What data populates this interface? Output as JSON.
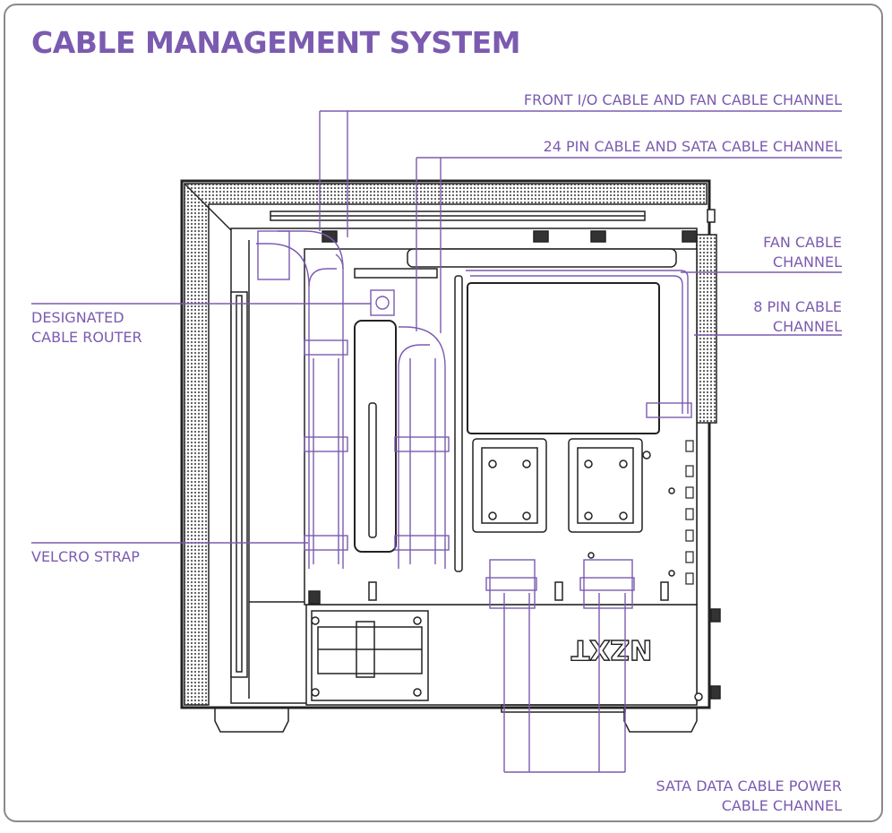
{
  "title": "CABLE MANAGEMENT SYSTEM",
  "labels": {
    "front_io": [
      "FRONT I/O CABLE AND FAN CABLE CHANNEL"
    ],
    "pin24": [
      "24 PIN CABLE AND SATA CABLE CHANNEL"
    ],
    "fan": [
      "FAN CABLE",
      "CHANNEL"
    ],
    "pin8": [
      "8 PIN CABLE",
      "CHANNEL"
    ],
    "router": [
      "DESIGNATED",
      "CABLE ROUTER"
    ],
    "velcro": [
      "VELCRO STRAP"
    ],
    "sata": [
      "SATA DATA CABLE POWER",
      "CABLE CHANNEL"
    ]
  },
  "logo_text": "NZXT",
  "colors": {
    "accent": "#7b5bb0",
    "line": "#222222",
    "frame": "#8a8a8a"
  }
}
